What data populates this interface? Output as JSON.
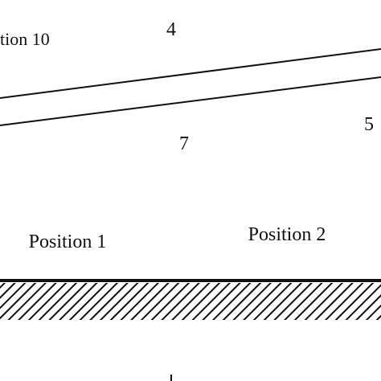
{
  "labels": {
    "position_10_partial": "tion 10",
    "number_4": "4",
    "number_5": "5",
    "number_7": "7",
    "position_1": "Position 1",
    "position_2": "Position 2"
  },
  "colors": {
    "ink": "#111111",
    "background": "#ffffff"
  }
}
